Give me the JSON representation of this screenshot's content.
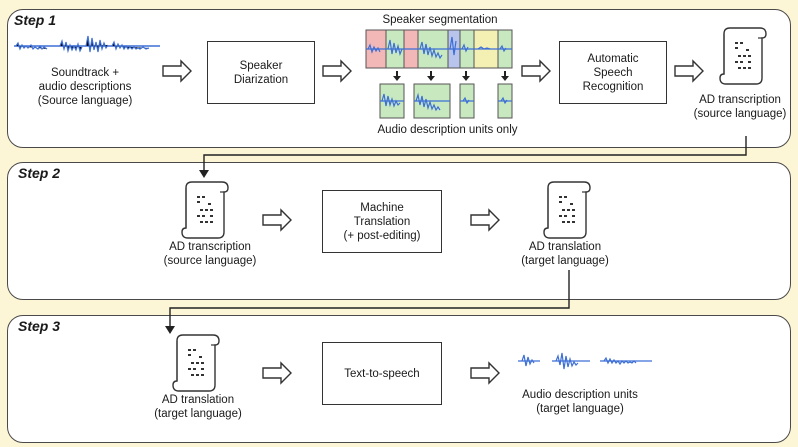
{
  "step1": {
    "title": "Step 1",
    "soundtrack_label": "Soundtrack +\naudio descriptions\n(Source language)",
    "diarization_label": "Speaker\nDiarization",
    "segmentation_label": "Speaker segmentation",
    "units_label": "Audio description units only",
    "asr_label": "Automatic\nSpeech\nRecognition",
    "output_label": "AD transcription\n(source language)"
  },
  "step2": {
    "title": "Step 2",
    "input_label": "AD transcription\n(source language)",
    "mt_label": "Machine\nTranslation\n(+ post-editing)",
    "output_label": "AD translation\n(target language)"
  },
  "step3": {
    "title": "Step 3",
    "input_label": "AD translation\n(target language)",
    "tts_label": "Text-to-speech",
    "output_label": "Audio description units\n(target language)"
  },
  "colors": {
    "background": "#fdf6d6",
    "waveform": "#3d6fd6",
    "segment_red": "#f2b8b8",
    "segment_green": "#c8e8c0",
    "segment_blue": "#b8c4ec",
    "segment_yellow": "#f4f0b4"
  }
}
